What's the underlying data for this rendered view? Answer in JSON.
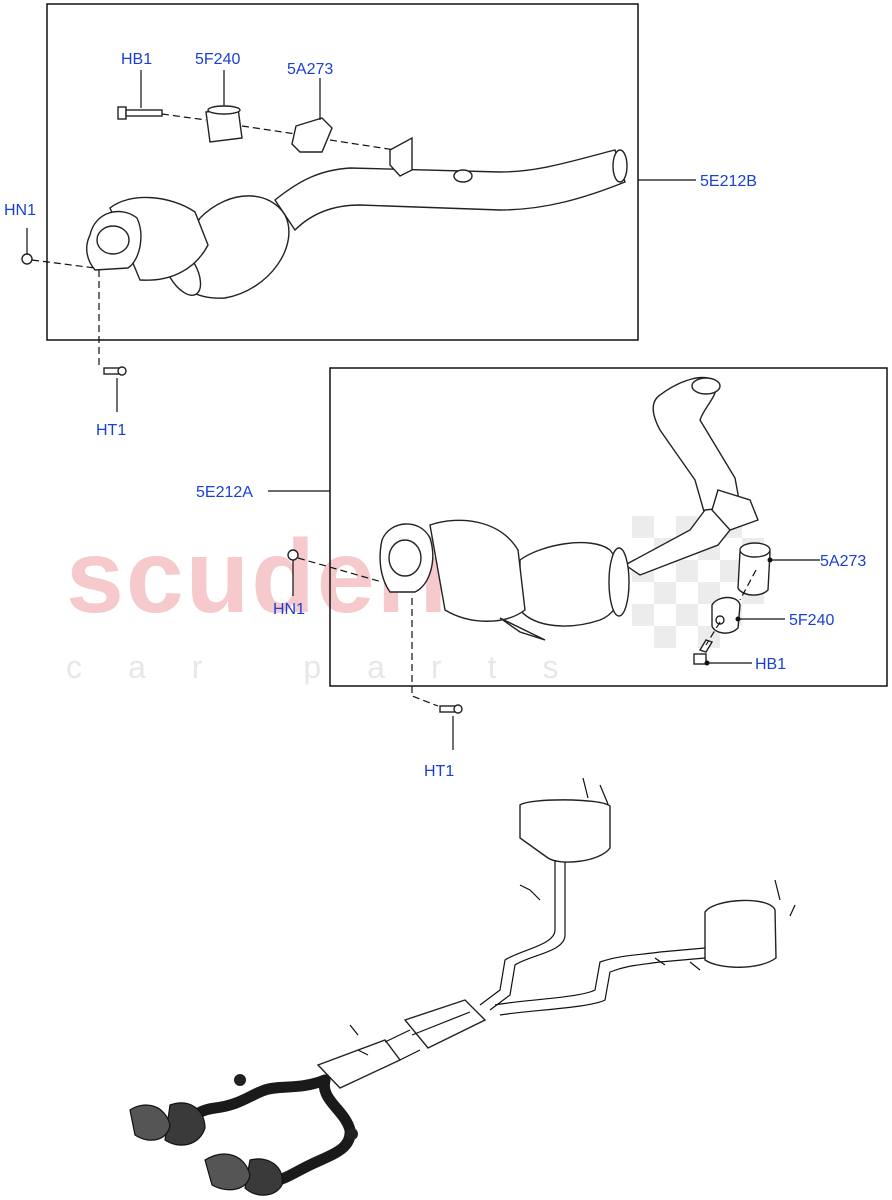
{
  "watermark": {
    "brand": "scuderia",
    "sub": "car parts"
  },
  "top_panel": {
    "assembly_label": "5E212B",
    "callouts": {
      "bolt": "HB1",
      "insulator": "5F240",
      "bracket": "5A273",
      "nut": "HN1",
      "stud": "HT1"
    }
  },
  "middle_panel": {
    "assembly_label": "5E212A",
    "callouts": {
      "nut": "HN1",
      "stud": "HT1",
      "bracket": "5A273",
      "insulator": "5F240",
      "bolt": "HB1"
    }
  },
  "colors": {
    "callout_text": "#1a3fd6",
    "watermark_red": "#f6c9cc",
    "watermark_grey": "#e7e7e7",
    "outline": "#222222",
    "system_pipe_dark": "#1a1a1a"
  }
}
